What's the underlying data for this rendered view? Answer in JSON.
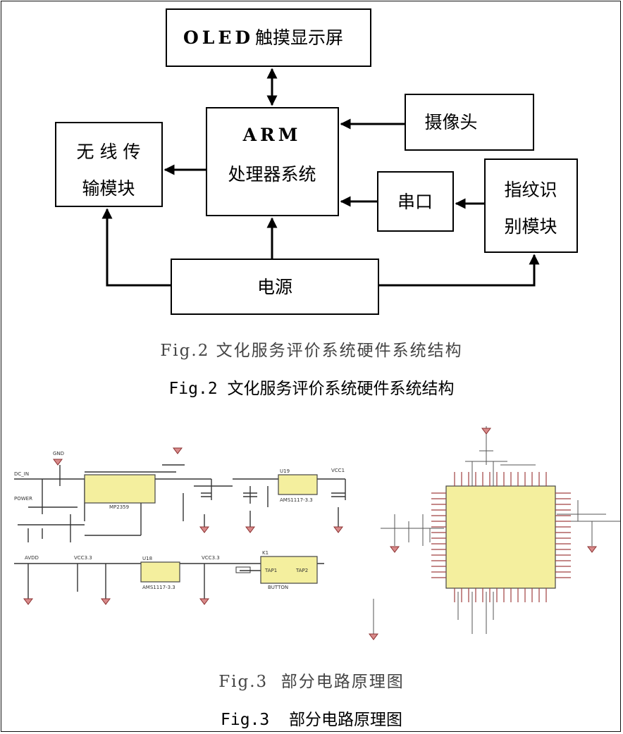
{
  "diagram": {
    "oled": {
      "latin": "OLED",
      "cjk": "触摸显示屏"
    },
    "arm": {
      "line1": "ARM",
      "line2": "处理器系统"
    },
    "wireless": {
      "line1": "无 线 传",
      "line2": "输模块"
    },
    "camera": "摄像头",
    "serial": "串口",
    "fingerprint": {
      "line1": "指纹识",
      "line2": "别模块"
    },
    "power": "电源"
  },
  "captions": {
    "fig2_print": "Fig.2 文化服务评价系统硬件系统结构",
    "fig2": "Fig.2 文化服务评价系统硬件系统结构",
    "fig3_print": "Fig.3  部分电路原理图",
    "fig3": "Fig.3  部分电路原理图"
  },
  "schematic_labels": {
    "gnd": "GND",
    "dc_in": "DC_IN",
    "power": "POWER",
    "mp2359": "MP2359",
    "ams1": "AMS1117-3.3",
    "ams2": "AMS1117-3.3",
    "button": "BUTTON",
    "vcc1": "VCC3.3",
    "vcc2": "VCC3.3",
    "vcc3": "VCC1",
    "avdd": "AVDD",
    "u19": "U19",
    "u18": "U18",
    "k1": "K1",
    "tap1": "TAP1",
    "tap2": "TAP2"
  },
  "colors": {
    "chip": "#f4ef9e",
    "line": "#000000"
  }
}
